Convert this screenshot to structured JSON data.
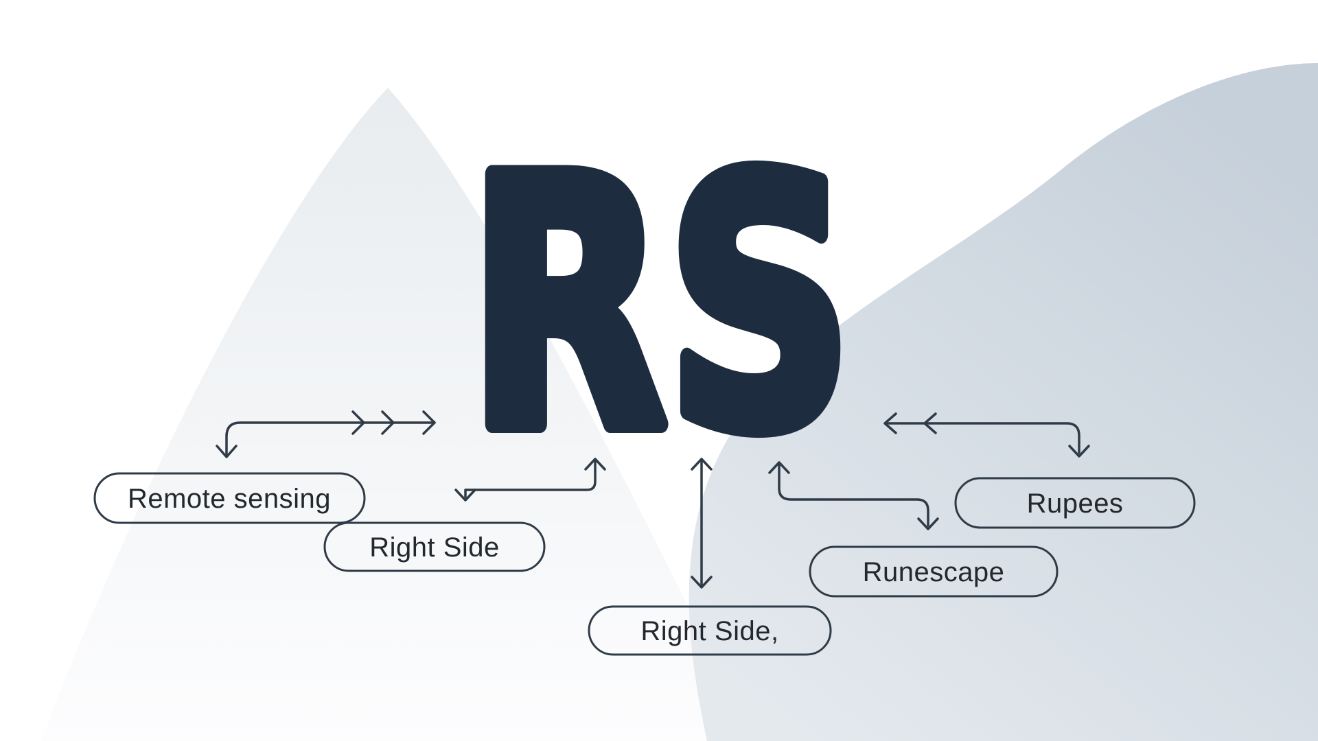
{
  "acronym": "RS",
  "colors": {
    "background": "#ffffff",
    "wordmark_ink": "#1d2d3f",
    "arrow_stroke": "#2f3b47",
    "pill_border": "#2f3b47",
    "label_text": "#23282e",
    "left_blob_top": "#e8ecef",
    "left_blob_bottom": "#fdfdfe",
    "right_blob_dark": "#c6d0da",
    "right_blob_light": "#e4e9ee"
  },
  "labels": [
    {
      "text": "Remote sensing"
    },
    {
      "text": "Right Side"
    },
    {
      "text": "Right Side,"
    },
    {
      "text": "Runescape"
    },
    {
      "text": "Rupees"
    }
  ]
}
